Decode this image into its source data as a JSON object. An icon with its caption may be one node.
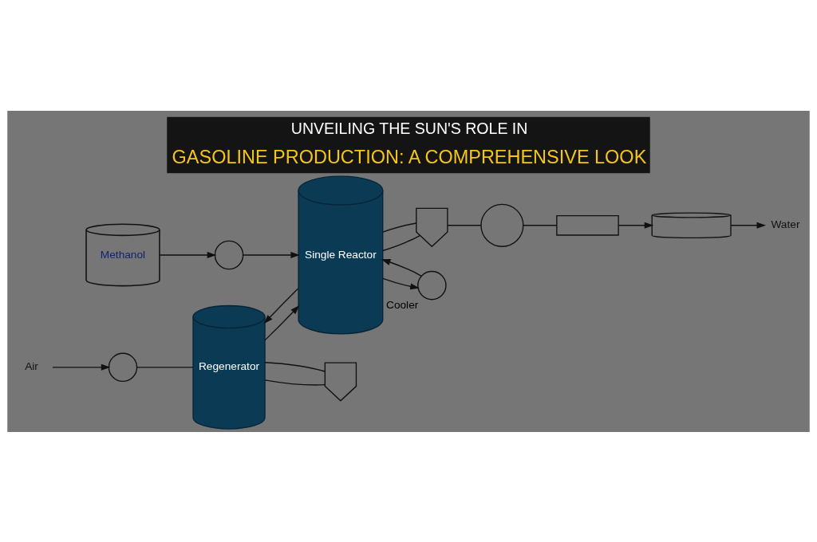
{
  "diagram": {
    "title": "UNVEILING THE SUN'S ROLE IN GASOLINE PRODUCTION: A COMPREHENSIVE LOOK",
    "nodes": [
      {
        "text": [
          "Regenerator"
        ]
      },
      {
        "text": [],
        "shape": "cyclone"
      },
      {
        "text": [
          "Single Reactor"
        ]
      },
      {
        "text": [],
        "shape": "cyclone"
      },
      {
        "text": [],
        "shape": "circle",
        "beside": [
          "Cooler"
        ]
      },
      {
        "text": [],
        "shape": "circle"
      },
      {
        "text": [],
        "shape": "box"
      },
      {
        "text": [],
        "shape": "cylinder"
      },
      {
        "text": [
          "Water"
        ]
      },
      {
        "text": [],
        "shape": "circle"
      },
      {
        "text": [
          "Air"
        ]
      },
      {
        "text": [
          "Methanol"
        ]
      },
      {
        "text": [],
        "shape": "circle"
      }
    ],
    "edges": [
      {
        "from": 0,
        "to": 1,
        "arrow": "none"
      },
      {
        "from": 1,
        "to": 0,
        "arrow": "none"
      },
      {
        "from": 2,
        "to": 3,
        "arrow": "none"
      },
      {
        "from": 3,
        "to": 2,
        "arrow": "none"
      },
      {
        "from": 3,
        "to": 5,
        "arrow": "none"
      },
      {
        "from": 2,
        "to": 4,
        "arrow": "to"
      },
      {
        "from": 4,
        "to": 2,
        "arrow": "to"
      },
      {
        "from": 2,
        "to": 0,
        "arrow": "to"
      },
      {
        "from": 0,
        "to": 2,
        "arrow": "to"
      },
      {
        "from": 5,
        "to": 6,
        "arrow": "none"
      },
      {
        "from": 6,
        "to": 7,
        "arrow": "to"
      },
      {
        "from": 7,
        "to": 8,
        "arrow": "to"
      },
      {
        "from": 10,
        "to": 9,
        "arrow": "to"
      },
      {
        "from": 9,
        "to": 0,
        "arrow": "none"
      },
      {
        "from": 11,
        "to": 12,
        "arrow": "to"
      },
      {
        "from": 12,
        "to": 2,
        "arrow": "to"
      }
    ]
  }
}
